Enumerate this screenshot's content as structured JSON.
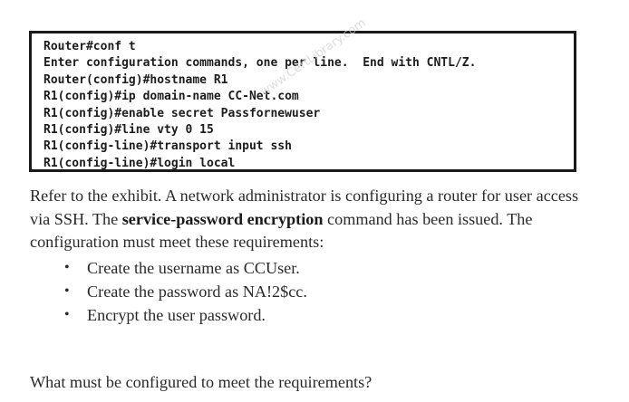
{
  "exhibit": {
    "lines": [
      "Router#conf t",
      "Enter configuration commands, one per line.  End with CNTL/Z.",
      "Router(config)#hostname R1",
      "R1(config)#ip domain-name CC-Net.com",
      "R1(config)#enable secret Passfornewuser",
      "R1(config)#line vty 0 15",
      "R1(config-line)#transport input ssh",
      "R1(config-line)#login local"
    ],
    "watermark": "www.CertLibrary.com"
  },
  "question": {
    "part1": "Refer to the exhibit. A network administrator is configuring a router for user access via SSH. The ",
    "bold_command": "service-password encryption",
    "part2": " command has been issued. The configuration must meet these requirements:",
    "requirements": [
      "Create the username as CCUser.",
      "Create the password as NA!2$cc.",
      "Encrypt the user password."
    ],
    "bullet": "•",
    "prompt": "What must be configured to meet the requirements?"
  }
}
